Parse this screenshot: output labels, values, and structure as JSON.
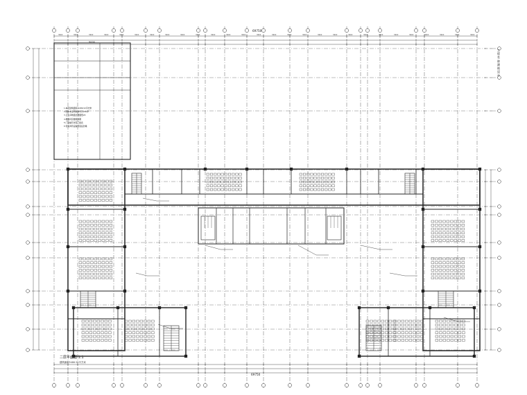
{
  "drawing": {
    "title": "二层平面图 1:1",
    "subtitle": "建筑面积9486.52平方米",
    "overall_width_dim": "69750",
    "top_dim": "9000",
    "side_stamp": "工程名称建筑设计",
    "note_lines": [
      "1.本层建筑面积:9486.52平方米",
      "2.图中未注明墙体均为200厚",
      "3.卫生间地面比楼面低20",
      "4.楼梯详见楼梯详图",
      "5.门窗编号详见门窗表",
      "6.管道井待设备安装后封堵"
    ]
  },
  "colors": {
    "line": "#222222",
    "dim": "#444444",
    "bg": "#ffffff"
  }
}
